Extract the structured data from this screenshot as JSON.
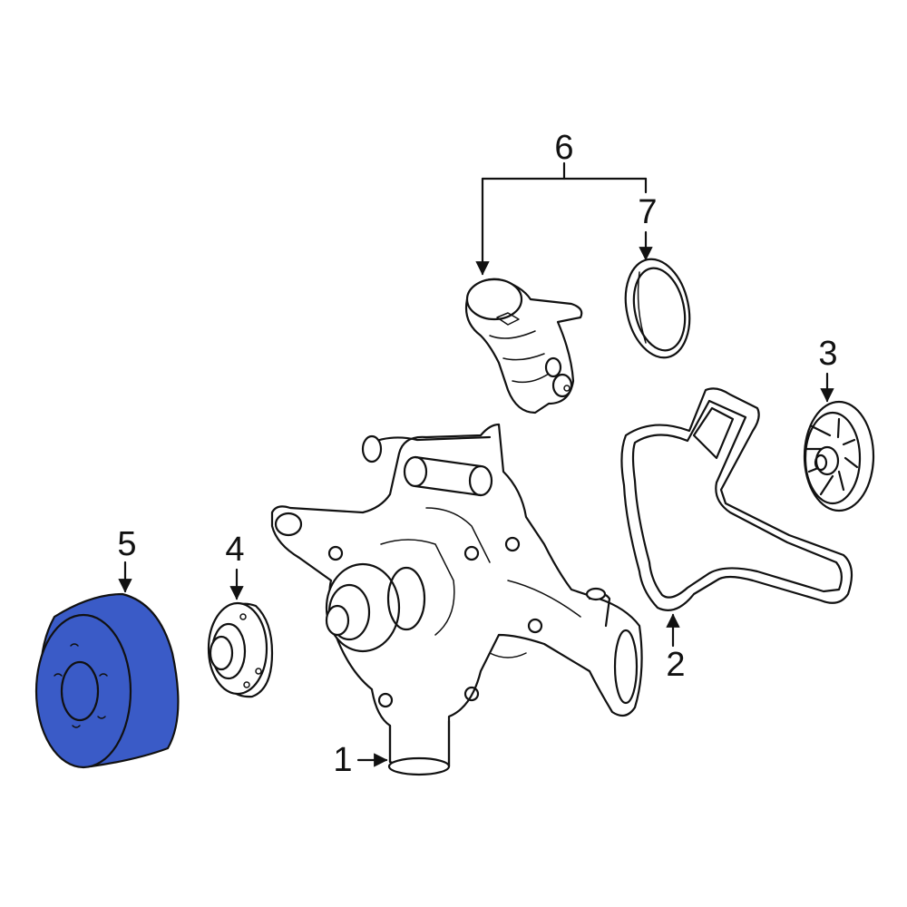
{
  "callouts": [
    {
      "id": "1",
      "label": "1"
    },
    {
      "id": "2",
      "label": "2"
    },
    {
      "id": "3",
      "label": "3"
    },
    {
      "id": "4",
      "label": "4"
    },
    {
      "id": "5",
      "label": "5"
    },
    {
      "id": "6",
      "label": "6"
    },
    {
      "id": "7",
      "label": "7"
    }
  ],
  "highlight_color": "#3a5bc7",
  "parts": [
    {
      "callout": "1",
      "icon": "water-pump-housing-icon"
    },
    {
      "callout": "2",
      "icon": "pump-gasket-icon"
    },
    {
      "callout": "3",
      "icon": "impeller-icon"
    },
    {
      "callout": "4",
      "icon": "hub-flange-icon"
    },
    {
      "callout": "5",
      "icon": "pulley-icon",
      "highlighted": true
    },
    {
      "callout": "6",
      "icon": "thermostat-housing-icon"
    },
    {
      "callout": "7",
      "icon": "seal-ring-icon"
    }
  ]
}
